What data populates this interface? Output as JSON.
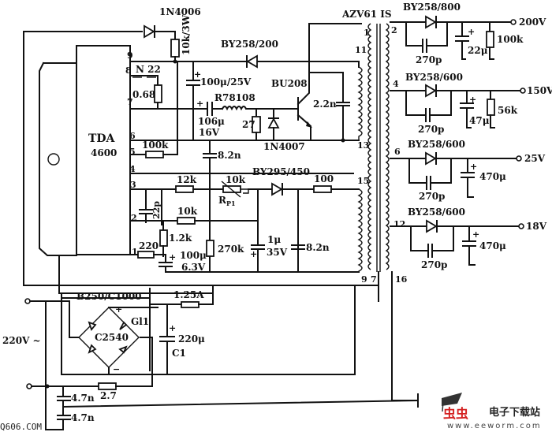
{
  "diagram": {
    "title": "TDA4600 switching power supply schematic",
    "ic": {
      "name_line1": "TDA",
      "name_line2": "4600",
      "pins": [
        "1",
        "2",
        "3",
        "4",
        "5",
        "6",
        "7",
        "8",
        "9"
      ]
    },
    "transformer": {
      "label": "AZV61 IS",
      "pins": [
        "1",
        "2",
        "11",
        "4",
        "13",
        "6",
        "15",
        "12",
        "9",
        "7",
        "16"
      ]
    },
    "outputs": [
      {
        "voltage": "200V",
        "diode": "BY258/800",
        "snubber": "270p",
        "cap": "22μ",
        "resistor": "100k"
      },
      {
        "voltage": "150V",
        "diode": "BY258/600",
        "snubber": "270p",
        "cap": "47μ",
        "resistor": "56k"
      },
      {
        "voltage": "25V",
        "diode": "BY258/600",
        "snubber": "270p",
        "cap": "470μ"
      },
      {
        "voltage": "18V",
        "diode": "BY258/600",
        "snubber": "270p",
        "cap": "470μ"
      }
    ],
    "components": {
      "d_startup": "1N4006",
      "r_startup": "10k/3W",
      "d_feedback": "BY258/200",
      "c_supply": "100μ/25V",
      "inductor": "R78108",
      "c_base_1": "106μ",
      "c_base_2": "16V",
      "transistor": "BU208",
      "r_base": "27",
      "d_base": "1N4007",
      "c_collector": "2.2n",
      "c_pin6": "8.2n",
      "r_pin5": "100k",
      "r_pin3": "12k",
      "pot": "10k",
      "pot_name": "R",
      "pot_sub": "P1",
      "d_ctrl": "BY295/450",
      "r_ctrl": "100",
      "c_pin2": "22p",
      "r_pin2": "10k",
      "r_div": "1.2k",
      "r_pin1": "220",
      "c_pin1_1": "100μ",
      "c_pin1_2": "6.3V",
      "r_270k": "270k",
      "c_1u_1": "1μ",
      "c_1u_2": "35V",
      "c_82n": "8.2n",
      "n22": "N 22",
      "r_068": "0.68",
      "bridge_name": "B250/C1000",
      "bridge_part": "C2540",
      "bridge_gl": "Gl1",
      "fuse": "1.25A",
      "c_main": "220μ",
      "c_main_name": "C1",
      "mains": "220V ~",
      "c_y1": "4.7n",
      "c_y2": "4.7n",
      "r_27": "2.7",
      "plus": "+",
      "minus": "−"
    },
    "watermark_left": "Q606.COM",
    "watermark_right": {
      "cn": "电子下载站",
      "url": "www.eeworm.com",
      "logo_chars": "虫虫",
      "logo_color": "#d42020",
      "cap_color": "#333333"
    }
  }
}
